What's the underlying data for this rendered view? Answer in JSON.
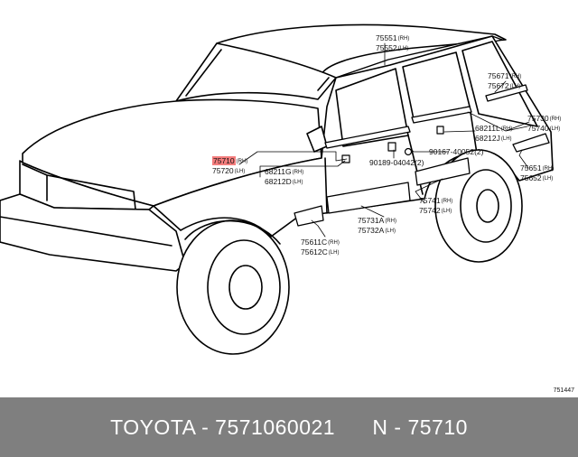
{
  "diagram": {
    "id": "751447",
    "highlight_color": "#f47d7d",
    "parts": [
      {
        "rh": "75551",
        "lh": "75552"
      },
      {
        "rh": "75671",
        "lh": "75672"
      },
      {
        "rh": "75730",
        "lh": "75740"
      },
      {
        "rh": "68211L",
        "lh": "68212J"
      },
      {
        "rh": "75710",
        "lh": "75720"
      },
      {
        "rh": "68211G",
        "lh": "68212D"
      },
      {
        "rh": "75651",
        "lh": "75652"
      },
      {
        "rh": "75741",
        "lh": "75742"
      },
      {
        "rh": "75731A",
        "lh": "75732A"
      },
      {
        "rh": "75611C",
        "lh": "75612C"
      }
    ],
    "fasteners": [
      "90167-40052(2)",
      "90189-04042(2)"
    ],
    "side_labels": {
      "rh": "(RH)",
      "lh": "(LH)"
    }
  },
  "footer": {
    "text": "TOYOTA - 7571060021      N - 75710",
    "background": "#7f7f7f",
    "color": "#ffffff"
  }
}
